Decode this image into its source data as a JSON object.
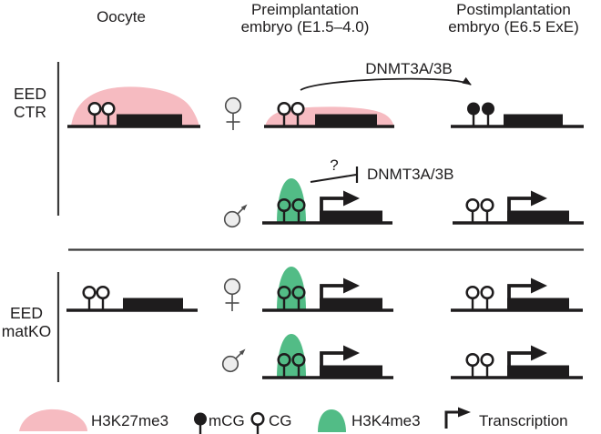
{
  "columns": {
    "oocyte": "Oocyte",
    "preimplantation": "Preimplantation\nembryo (E1.5–4.0)",
    "postimplantation": "Postimplantation\nembryo (E6.5 ExE)"
  },
  "row_groups": {
    "ctr": "EED\nCTR",
    "matko": "EED\nmatKO"
  },
  "annotations": {
    "dnmt_gain": "DNMT3A/3B",
    "dnmt_blocked": "DNMT3A/3B",
    "question": "?"
  },
  "legend": {
    "h3k27me3": "H3K27me3",
    "mcg": "mCG",
    "cg": "CG",
    "h3k4me3": "H3K4me3",
    "transcription": "Transcription"
  },
  "icons": {
    "female_allele": "female-symbol",
    "male_allele": "male-symbol",
    "h3k27me3": "pink-blob",
    "h3k4me3": "green-peak",
    "mcg": "filled-lollipop",
    "cg": "open-lollipop",
    "transcription": "bent-arrow"
  },
  "colors": {
    "h3k27me3_pink": "#f6bbc1",
    "h3k4me3_green": "#52bc86",
    "ink": "#1e1c1d",
    "symbol_gray_fill": "#ededed",
    "symbol_gray_stroke": "#4d4d4d"
  }
}
